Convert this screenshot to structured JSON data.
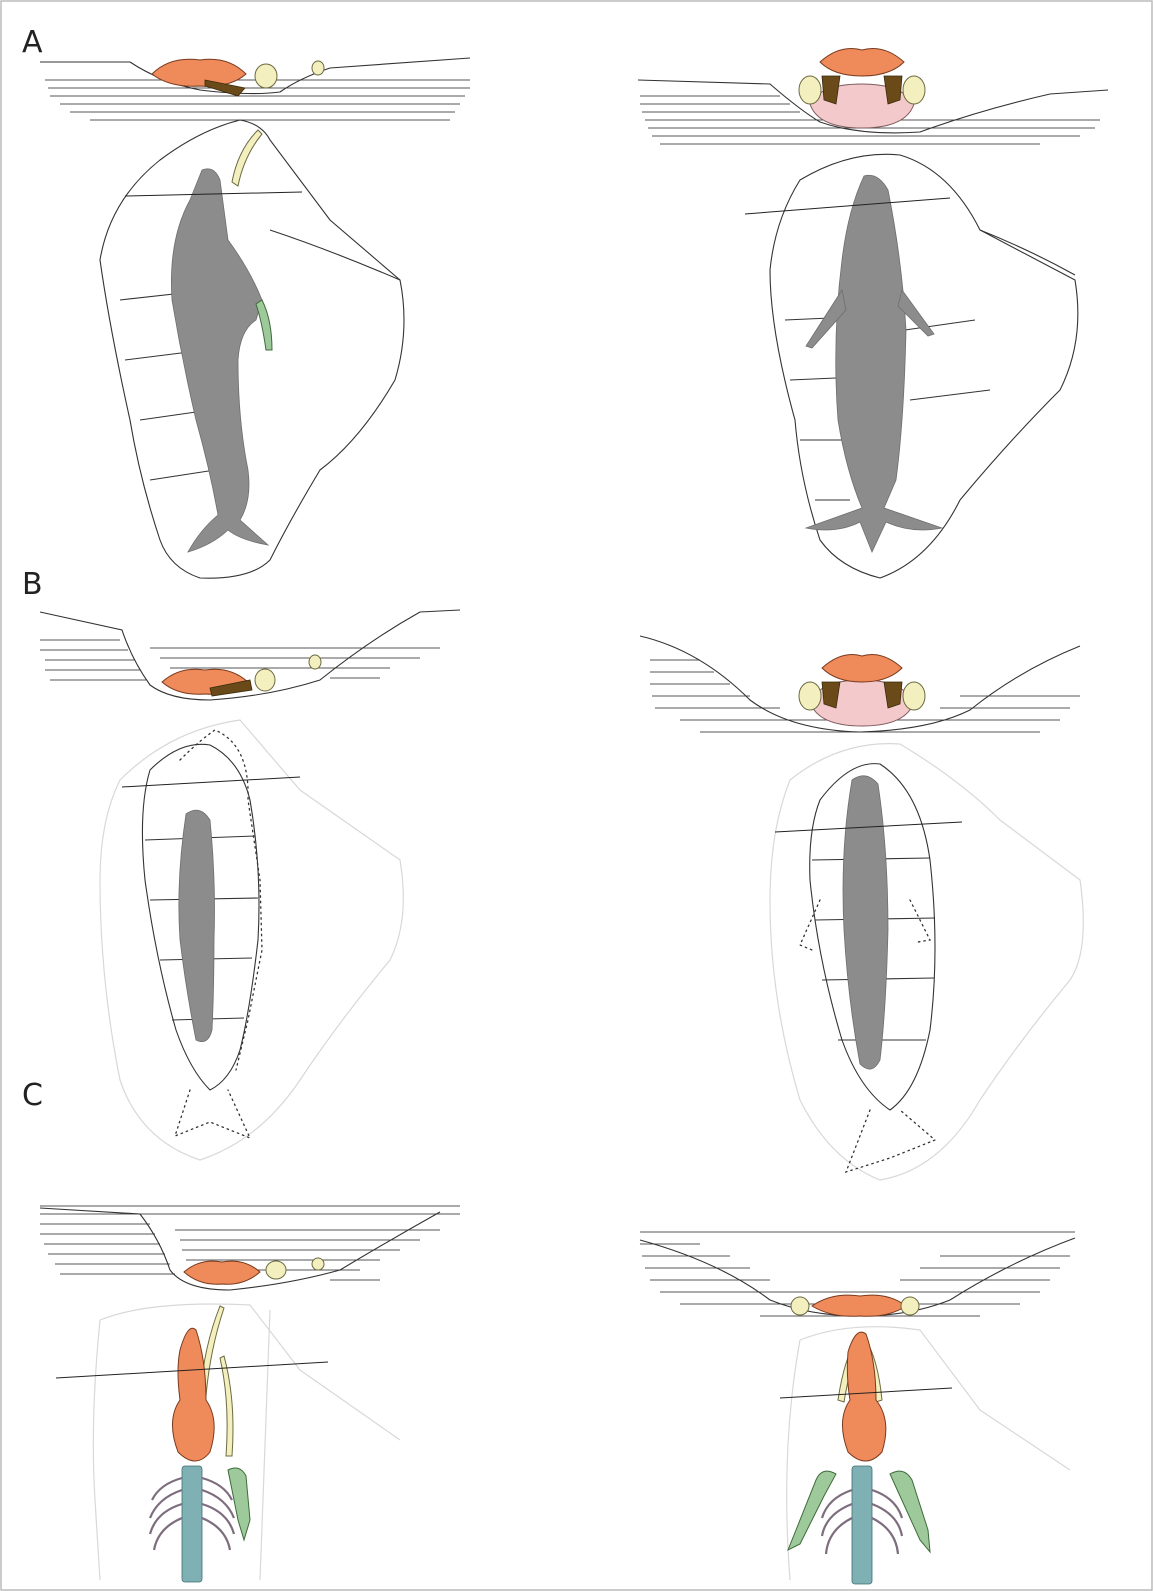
{
  "panels": [
    {
      "label": "A"
    },
    {
      "label": "B"
    },
    {
      "label": "C"
    }
  ],
  "colors": {
    "skull": "#ef8a5a",
    "mandible": "#f3efbe",
    "baleen": "#6b4a1a",
    "soft_tissue": "#f3c9cc",
    "carcass": "#8c8c8c",
    "flipper": "#9ec99a",
    "vertebrae": "#7fb0b4",
    "ribs": "#7d6d7e"
  }
}
